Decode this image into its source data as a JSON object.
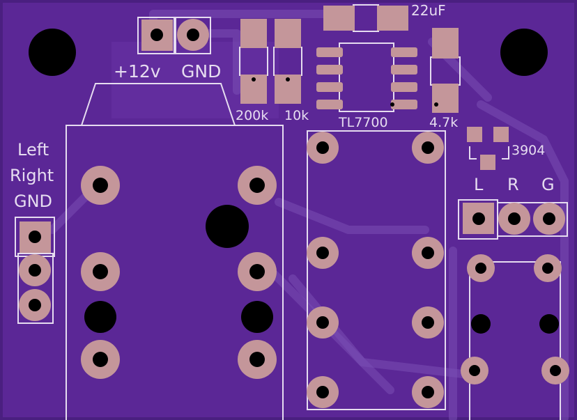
{
  "board": {
    "colors": {
      "substrate": "#5b2796",
      "edge": "#4a1f80",
      "silkscreen": "#e6dcf0",
      "copper_pad": "#c4969a",
      "drill": "#000000",
      "trace": "#7a4fb4"
    }
  },
  "labels": {
    "power_plus": "+12v",
    "power_gnd": "GND",
    "cap_22uf": "22uF",
    "res_200k": "200k",
    "res_10k": "10k",
    "ic_tl7700": "TL7700",
    "res_4_7k": "4.7k",
    "transistor_3904": "3904",
    "left": "Left",
    "right": "Right",
    "gnd": "GND",
    "conn_l": "L",
    "conn_r": "R",
    "conn_g": "G"
  }
}
